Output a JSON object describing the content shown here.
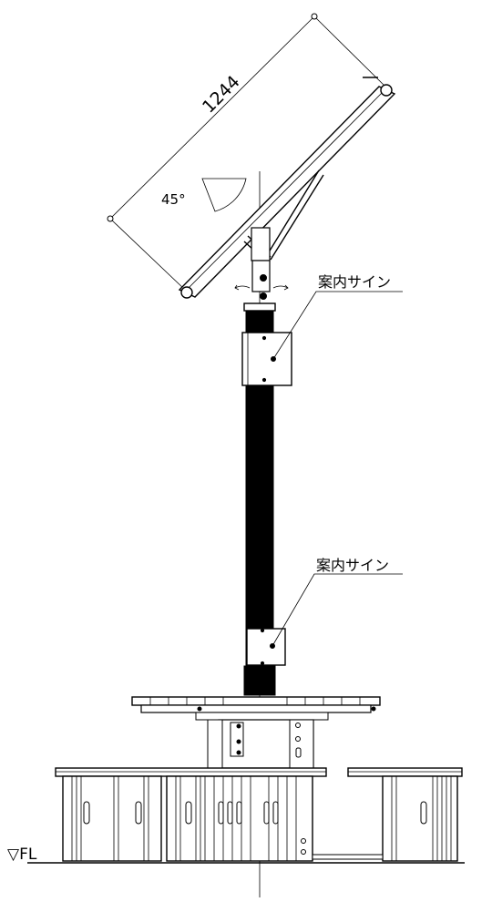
{
  "dimension": {
    "length": "1244",
    "angle": "45°"
  },
  "callouts": {
    "upper_sign": "案内サイン",
    "lower_sign": "案内サイン"
  },
  "floor_marker": "▽FL"
}
